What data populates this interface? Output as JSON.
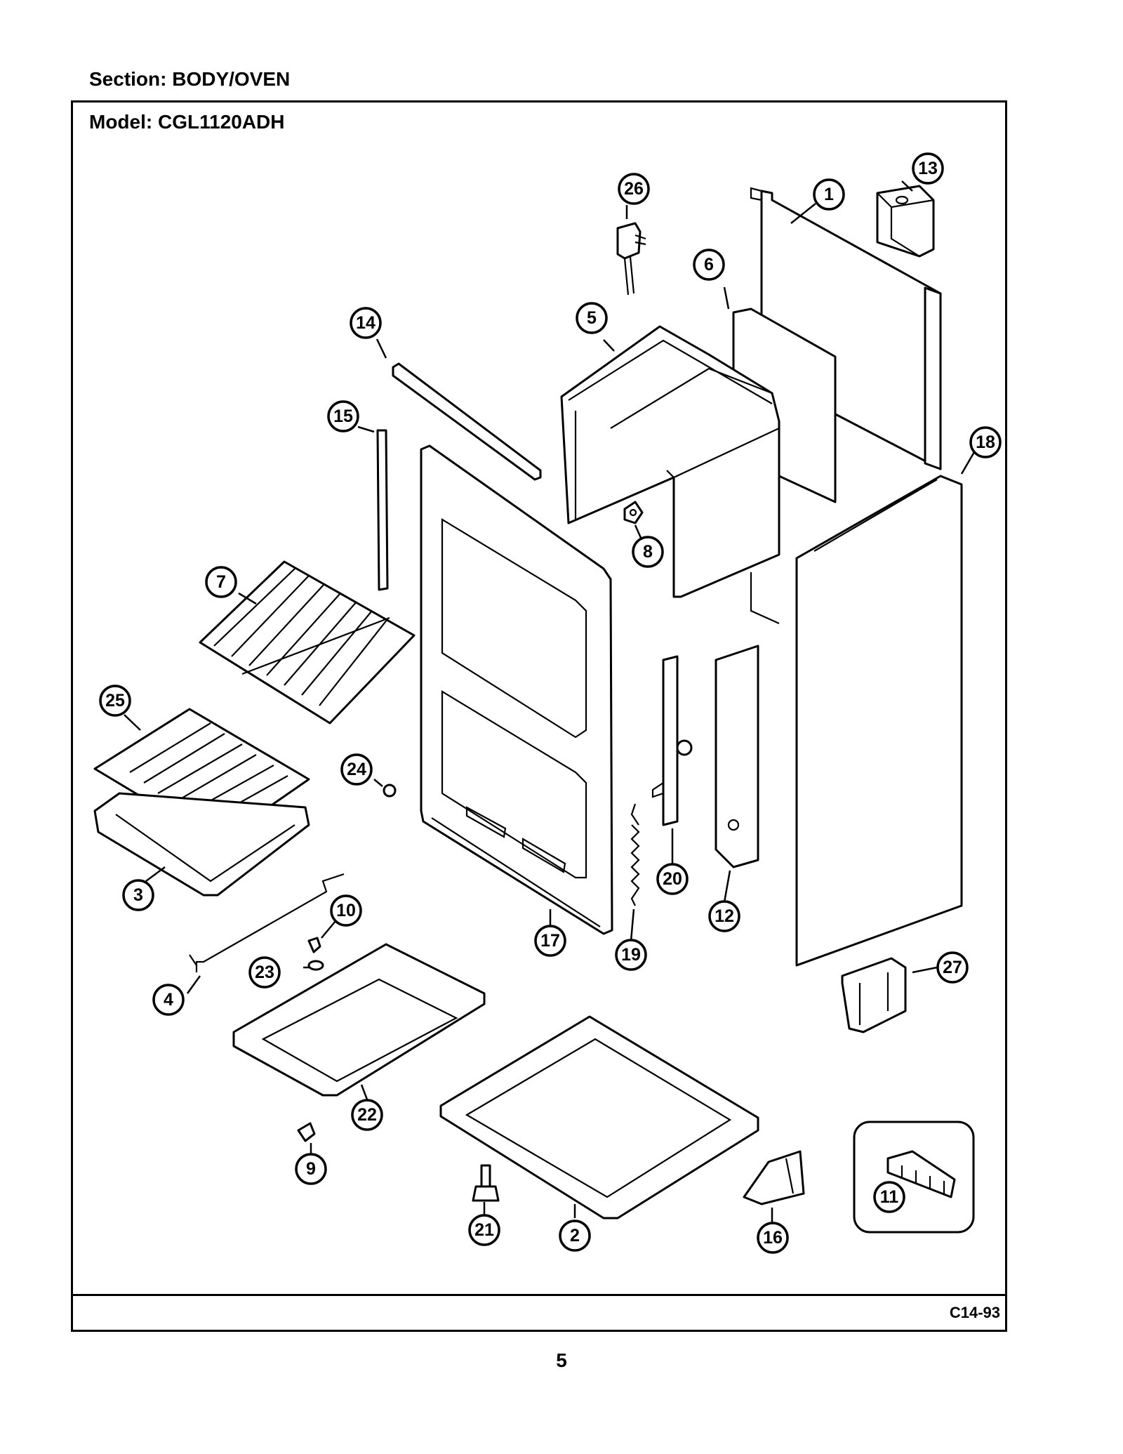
{
  "header": {
    "section": "Section:  BODY/OVEN",
    "model": "Model:  CGL1120ADH"
  },
  "footer": {
    "code": "C14-93",
    "page": "5"
  },
  "callouts": [
    {
      "id": "part-1",
      "label": "1"
    },
    {
      "id": "part-2",
      "label": "2"
    },
    {
      "id": "part-3",
      "label": "3"
    },
    {
      "id": "part-4",
      "label": "4"
    },
    {
      "id": "part-5",
      "label": "5"
    },
    {
      "id": "part-6",
      "label": "6"
    },
    {
      "id": "part-7",
      "label": "7"
    },
    {
      "id": "part-8",
      "label": "8"
    },
    {
      "id": "part-9",
      "label": "9"
    },
    {
      "id": "part-10",
      "label": "10"
    },
    {
      "id": "part-11",
      "label": "11"
    },
    {
      "id": "part-12",
      "label": "12"
    },
    {
      "id": "part-13",
      "label": "13"
    },
    {
      "id": "part-14",
      "label": "14"
    },
    {
      "id": "part-15",
      "label": "15"
    },
    {
      "id": "part-16",
      "label": "16"
    },
    {
      "id": "part-17",
      "label": "17"
    },
    {
      "id": "part-18",
      "label": "18"
    },
    {
      "id": "part-19",
      "label": "19"
    },
    {
      "id": "part-20",
      "label": "20"
    },
    {
      "id": "part-21",
      "label": "21"
    },
    {
      "id": "part-22",
      "label": "22"
    },
    {
      "id": "part-23",
      "label": "23"
    },
    {
      "id": "part-24",
      "label": "24"
    },
    {
      "id": "part-25",
      "label": "25"
    },
    {
      "id": "part-26",
      "label": "26"
    },
    {
      "id": "part-27",
      "label": "27"
    }
  ]
}
